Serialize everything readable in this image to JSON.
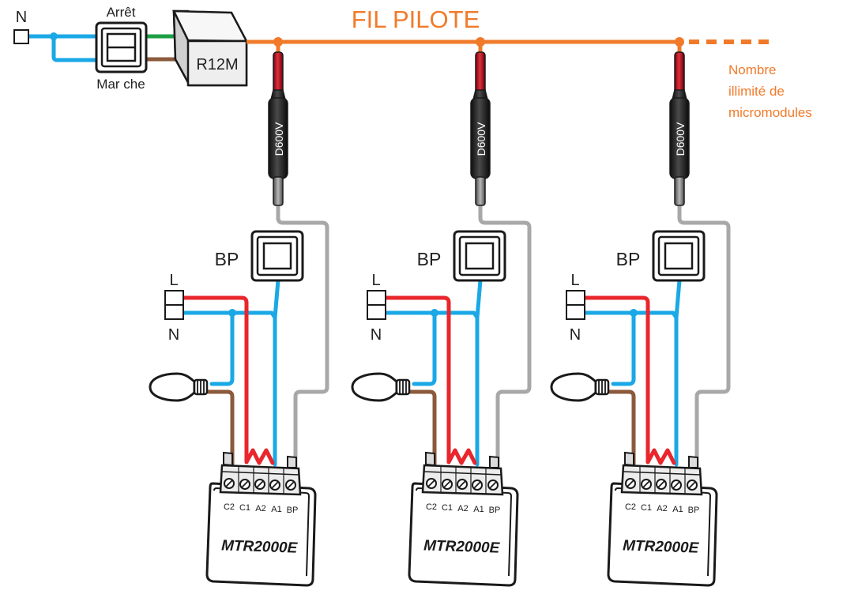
{
  "title": "FIL PILOTE",
  "note_lines": [
    "Nombre",
    "illimité de",
    "micromodules"
  ],
  "header": {
    "neutral_label": "N",
    "switch_off_label": "Arrêt",
    "switch_on_label": "Mar che",
    "relay_label": "R12M"
  },
  "modules": [
    {
      "diode_label": "D600V",
      "button_label": "BP",
      "live_label": "L",
      "neutral_label": "N",
      "model": "MTR2000E",
      "terminals": [
        "C2",
        "C1",
        "A2",
        "A1",
        "BP"
      ]
    },
    {
      "diode_label": "D600V",
      "button_label": "BP",
      "live_label": "L",
      "neutral_label": "N",
      "model": "MTR2000E",
      "terminals": [
        "C2",
        "C1",
        "A2",
        "A1",
        "BP"
      ]
    },
    {
      "diode_label": "D600V",
      "button_label": "BP",
      "live_label": "L",
      "neutral_label": "N",
      "model": "MTR2000E",
      "terminals": [
        "C2",
        "C1",
        "A2",
        "A1",
        "BP"
      ]
    }
  ],
  "colors": {
    "pilot": "#f07a2a",
    "neutral": "#1aa8e6",
    "live": "#e8262c",
    "lamp": "#8b5a3c",
    "return": "#a8a8a8",
    "earth": "#1e9e45",
    "diode_dark": "#2b2b2b",
    "diode_red": "#c8102e"
  }
}
